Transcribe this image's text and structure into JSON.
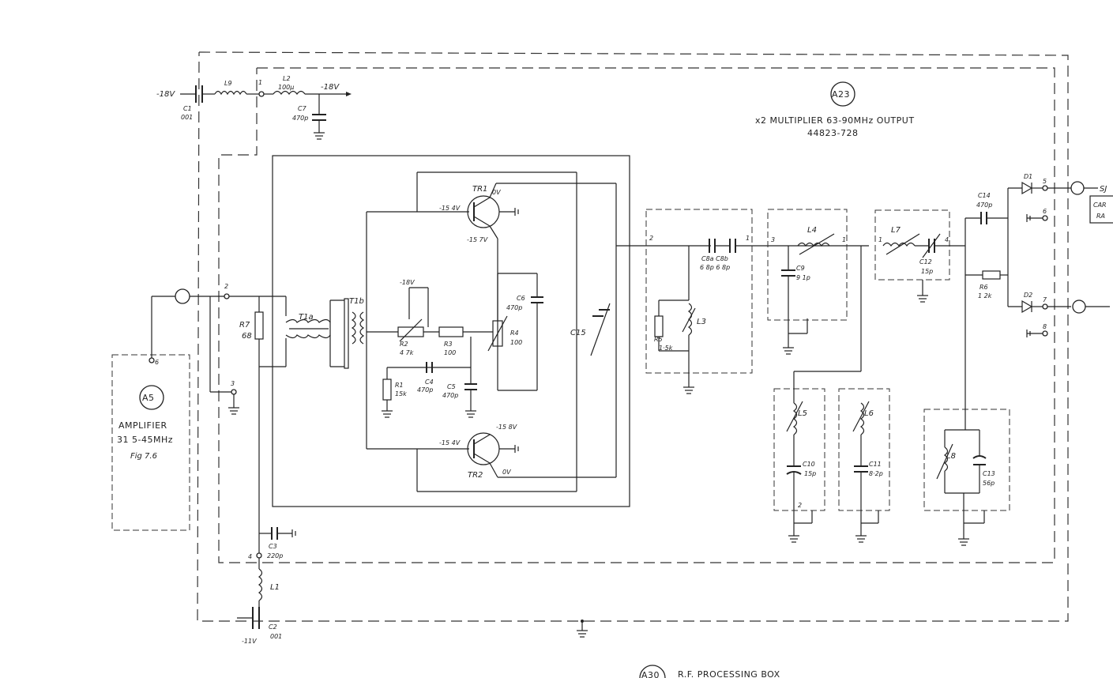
{
  "module": {
    "badge": "A23",
    "title": "x2 MULTIPLIER 63-90MHz OUTPUT",
    "part": "44823-728"
  },
  "amplifier": {
    "badge": "A5",
    "line1": "AMPLIFIER",
    "line2": "31 5-45MHz",
    "line3": "Fig 7.6"
  },
  "footer": {
    "badge": "A30",
    "label": "R.F. PROCESSING BOX"
  },
  "power": {
    "neg18_left": "-18V",
    "neg18_right": "-18V",
    "neg18_bias": "-18V",
    "neg11": "-11V"
  },
  "transistors": {
    "tr1": "TR1",
    "tr2": "TR2",
    "tr1_base": "-15 4V",
    "tr1_emitter": "-15 7V",
    "tr1_collector": "0V",
    "tr2_base": "-15 4V",
    "tr2_emitter": "-15 8V",
    "tr2_collector": "0V"
  },
  "components": {
    "c1": "C1",
    "c1v": "001",
    "l9": "L9",
    "l2": "L2",
    "l2v": "100μ",
    "c7": "C7",
    "c7v": "470p",
    "r7": "R7",
    "r7v": "68",
    "t1a": "T1a",
    "t1b": "T1b",
    "r2": "R2",
    "r2v": "4 7k",
    "r3": "R3",
    "r3v": "100",
    "r4": "R4",
    "r4v": "100",
    "c6": "C6",
    "c6v": "470p",
    "r1": "R1",
    "r1v": "15k",
    "c4": "C4",
    "c4v": "470p",
    "c5": "C5",
    "c5v": "470p",
    "c15": "C15",
    "c8": "C8a C8b",
    "c8v": "6 8p 6 8p",
    "r5": "R5",
    "r5v": "1·5k",
    "l3": "L3",
    "l4": "L4",
    "c9": "C9",
    "c9v": "9 1p",
    "l7": "L7",
    "c12": "C12",
    "c12v": "15p",
    "c14": "C14",
    "c14v": "470p",
    "r6": "R6",
    "r6v": "1 2k",
    "d1": "D1",
    "d2": "D2",
    "l5": "L5",
    "c10": "C10",
    "c10v": "15p",
    "l6": "L6",
    "c11": "C11",
    "c11v": "8·2p",
    "l8": "L8",
    "c13": "C13",
    "c13v": "56p",
    "c3": "C3",
    "c3v": "220p",
    "l1": "L1",
    "c2": "C2",
    "c2v": "001"
  },
  "terminals": {
    "t1": "1",
    "t2": "2",
    "t3": "3",
    "t4": "4",
    "t5": "5",
    "t6": "6",
    "t7": "7",
    "t8": "8"
  },
  "edge_labels": {
    "sj": "SJ",
    "car": "CAR",
    "ra": "RA"
  }
}
